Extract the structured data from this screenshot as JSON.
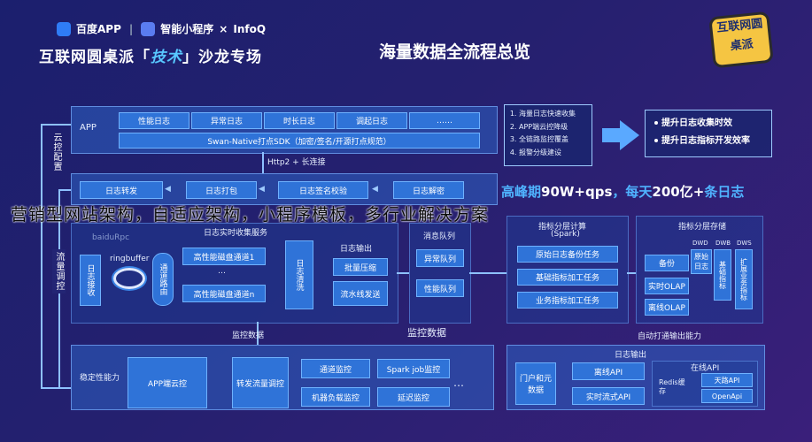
{
  "header": {
    "brand_baidu": "百度APP",
    "brand_mini": "智能小程序",
    "brand_x": "×",
    "brand_infoq": "InfoQ",
    "subtitle_pre": "互联网圆桌派「",
    "subtitle_tech": "技术",
    "subtitle_post": "」沙龙专场",
    "title": "海量数据全流程总览",
    "corner_logo": "互联网圆桌派"
  },
  "side": {
    "cloud_control": "云控配置",
    "flow_control": "流量调控"
  },
  "app_panel": {
    "label": "APP",
    "items": [
      "性能日志",
      "异常日志",
      "时长日志",
      "调起日志",
      "……"
    ],
    "sdk": "Swan-Native打点SDK（加密/签名/开源打点规范）"
  },
  "http_label": "Http2 + 长连接",
  "pipeline_row": [
    "日志转发",
    "日志打包",
    "日志签名校验",
    "日志解密"
  ],
  "watermark": "营销型网站架构，自适应架构，小程序模板，多行业解决方案",
  "collect": {
    "baidurpc": "baiduRpc",
    "title": "日志实时收集服务",
    "receive": "日志接收",
    "ringbuffer": "ringbuffer",
    "channel_route": "通道路由",
    "channels": [
      "高性能磁盘通道1",
      "…",
      "高性能磁盘通道n"
    ],
    "clean": "日志清洗",
    "output_title": "日志输出",
    "outputs": [
      "批量压缩",
      "流水线发送"
    ]
  },
  "queue": {
    "title": "消息队列",
    "items": [
      "异常队列",
      "性能队列"
    ]
  },
  "compute": {
    "title": "指标分层计算",
    "subtitle": "(Spark)",
    "items": [
      "原始日志备份任务",
      "基础指标加工任务",
      "业务指标加工任务"
    ]
  },
  "storage": {
    "title": "指标分层存储",
    "layers": [
      "DWD",
      "DWB",
      "DWS"
    ],
    "rows": [
      "备份",
      "实时OLAP",
      "离线OLAP"
    ],
    "raw_log": "原始日志",
    "basic": "基础指标",
    "biz": "扩展业务指标"
  },
  "goals": [
    "海量日志快速收集",
    "APP端云控降级",
    "全链路监控覆盖",
    "报警分级建设"
  ],
  "benefits": [
    "提升日志收集时效",
    "提升日志指标开发效率"
  ],
  "peak": {
    "pre": "高峰期",
    "qps": "90W+qps",
    "mid": "，每天",
    "count": "200亿+",
    "post": "条日志"
  },
  "monitor": {
    "data_label": "监控数据",
    "data_label2": "监控数据",
    "auto_label": "自动打通输出能力",
    "stable": "稳定性能力",
    "cloud_ctrl": "APP端云控",
    "forward": "转发流量调控",
    "items": [
      "通道监控",
      "Spark job监控",
      "机器负载监控",
      "延迟监控"
    ],
    "more": "…"
  },
  "output": {
    "title": "日志输出",
    "portal": "门户和元数据",
    "offline": "离线API",
    "realtime": "实时流式API",
    "online_title": "在线API",
    "redis": "Redis缓存",
    "tianlu": "天路API",
    "openapi": "OpenApi"
  },
  "colors": {
    "background": "#1b1f6e",
    "box": "#2f73d8",
    "accent": "#4fb3ff"
  }
}
